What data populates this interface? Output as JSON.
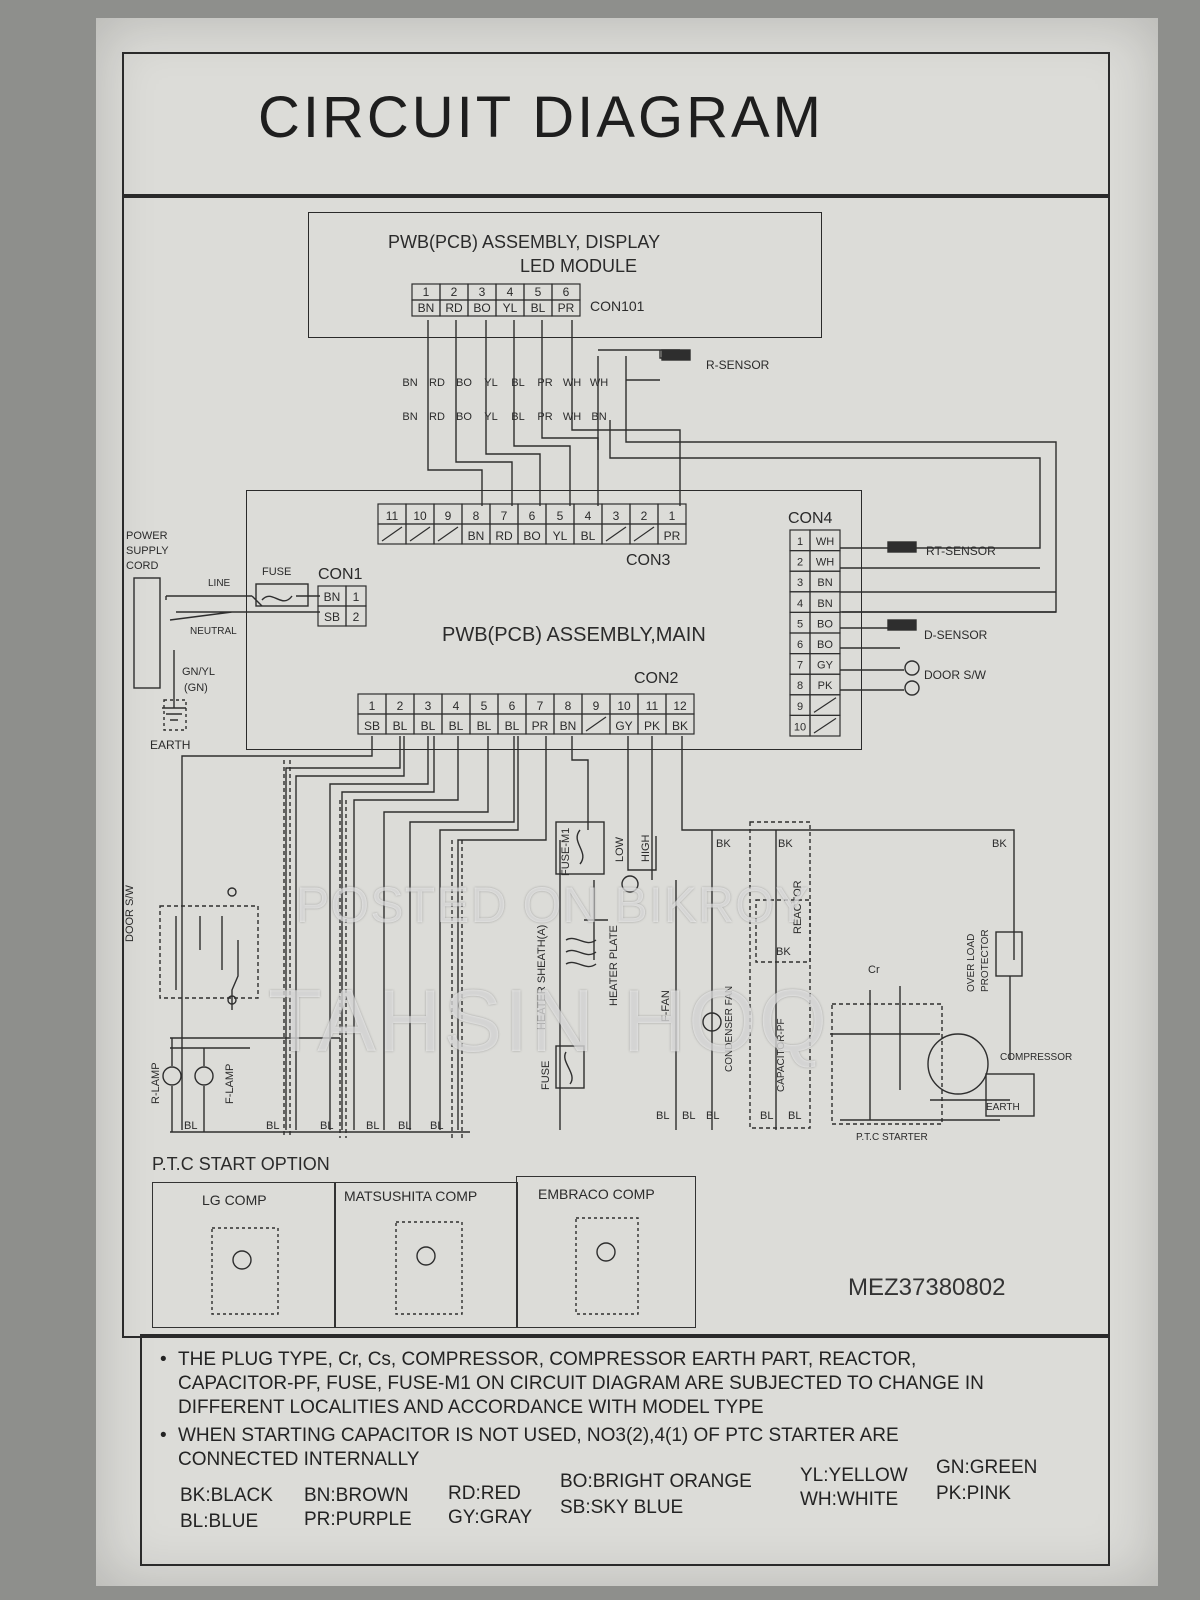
{
  "title": "CIRCUIT DIAGRAM",
  "display_module": {
    "title_line1": "PWB(PCB) ASSEMBLY, DISPLAY",
    "title_line2": "LED MODULE",
    "connector": "CON101",
    "pins": [
      "1",
      "2",
      "3",
      "4",
      "5",
      "6"
    ],
    "wires": [
      "BN",
      "RD",
      "BO",
      "YL",
      "BL",
      "PR"
    ]
  },
  "harness_wires_top": [
    "BN",
    "RD",
    "BO",
    "YL",
    "BL",
    "PR",
    "WH",
    "WH"
  ],
  "harness_wires_bottom": [
    "BN",
    "RD",
    "BO",
    "YL",
    "BL",
    "PR",
    "WH",
    "BN"
  ],
  "r_sensor": "R-SENSOR",
  "main_board": {
    "title": "PWB(PCB) ASSEMBLY,MAIN",
    "con3": {
      "label": "CON3",
      "pins": [
        "11",
        "10",
        "9",
        "8",
        "7",
        "6",
        "5",
        "4",
        "3",
        "2",
        "1"
      ],
      "wires": [
        "",
        "",
        "",
        "BN",
        "RD",
        "BO",
        "YL",
        "BL",
        "",
        "",
        "PR"
      ]
    },
    "con1": {
      "label": "CON1",
      "pins": [
        "1",
        "2"
      ],
      "wires": [
        "BN",
        "SB"
      ]
    },
    "con2": {
      "label": "CON2",
      "pins": [
        "1",
        "2",
        "3",
        "4",
        "5",
        "6",
        "7",
        "8",
        "9",
        "10",
        "11",
        "12"
      ],
      "wires": [
        "SB",
        "BL",
        "BL",
        "BL",
        "BL",
        "BL",
        "PR",
        "BN",
        "",
        "GY",
        "PK",
        "BK"
      ]
    },
    "con4": {
      "label": "CON4",
      "pins": [
        "1",
        "2",
        "3",
        "4",
        "5",
        "6",
        "7",
        "8",
        "9",
        "10"
      ],
      "wires": [
        "WH",
        "WH",
        "BN",
        "BN",
        "BO",
        "BO",
        "GY",
        "PK",
        "",
        ""
      ]
    }
  },
  "sensors": {
    "rt": "RT-SENSOR",
    "d": "D-SENSOR",
    "door": "DOOR S/W"
  },
  "power": {
    "cord": [
      "POWER",
      "SUPPLY",
      "CORD"
    ],
    "line": "LINE",
    "neutral": "NEUTRAL",
    "fuse": "FUSE",
    "gnyl": [
      "GN/YL",
      "(GN)"
    ],
    "earth": "EARTH"
  },
  "components": {
    "door_sw": "DOOR S/W",
    "r_lamp": "R-LAMP",
    "f_lamp": "F-LAMP",
    "fuse_m1": "FUSE-M1",
    "low": "LOW",
    "high": "HIGH",
    "heater_sheath": "HEATER SHEATH(A)",
    "heater_plate": "HEATER PLATE",
    "fuse": "FUSE",
    "f_fan": "F-FAN",
    "condenser_fan": "CONDENSER FAN",
    "reactor": "REACTOR",
    "capacitor": "CAPACITOR-PF",
    "overload": [
      "OVER LOAD",
      "PROTECTOR"
    ],
    "compressor": "COMPRESSOR",
    "earth": "EARTH",
    "ptc_starter": "P.T.C STARTER",
    "cr": "Cr"
  },
  "bk": "BK",
  "bl": "BL",
  "ptc_option": {
    "title": "P.T.C  START OPTION",
    "options": [
      "LG COMP",
      "MATSUSHITA COMP",
      "EMBRACO COMP"
    ]
  },
  "model_code": "MEZ37380802",
  "notes": {
    "n1_line1": "THE PLUG TYPE, Cr, Cs, COMPRESSOR, COMPRESSOR EARTH PART, REACTOR,",
    "n1_line2": "CAPACITOR-PF, FUSE, FUSE-M1 ON CIRCUIT DIAGRAM ARE SUBJECTED TO CHANGE IN",
    "n1_line3": "DIFFERENT LOCALITIES AND ACCORDANCE WITH MODEL TYPE",
    "n2_line1": "WHEN STARTING CAPACITOR IS NOT USED, NO3(2),4(1) OF PTC STARTER ARE",
    "n2_line2": "CONNECTED INTERNALLY"
  },
  "color_codes": [
    "BK:BLACK",
    "BN:BROWN",
    "RD:RED",
    "BO:BRIGHT ORANGE",
    "YL:YELLOW",
    "GN:GREEN",
    "BL:BLUE",
    "PR:PURPLE",
    "GY:GRAY",
    "SB:SKY BLUE",
    "WH:WHITE",
    "PK:PINK"
  ],
  "watermark": {
    "line1": "POSTED ON BIKROY",
    "line2": "TAHSIN HOQ"
  },
  "colors": {
    "sheet": "#dcdcd8",
    "ink": "#2b2b2b",
    "background": "#8e8f8c"
  }
}
